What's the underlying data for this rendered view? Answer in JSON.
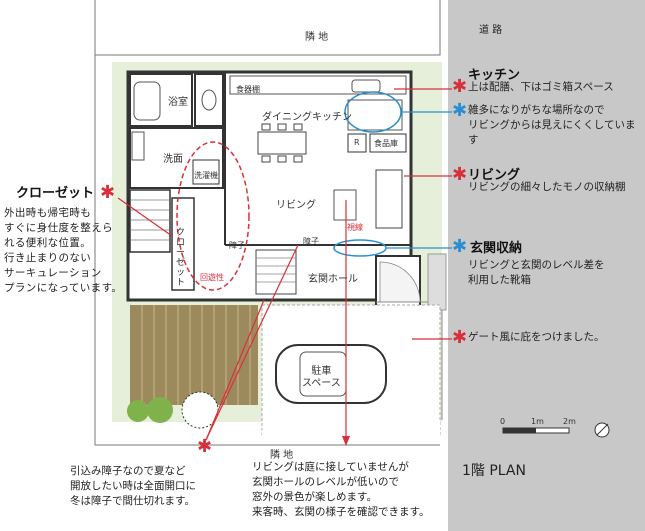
{
  "street": {
    "road": "道 路"
  },
  "neighbors": {
    "top": "隣 地",
    "bottom": "隣 地"
  },
  "rooms": {
    "bath": "浴室",
    "washroom": "洗面",
    "laundry": "洗濯機",
    "closet_vertical": "クローゼット",
    "dining_kitchen": "ダイニングキッチン",
    "cupboard": "食器棚",
    "pantry": "食品庫",
    "refrigerator": "R",
    "living": "リビング",
    "entrance_hall": "玄関ホール",
    "parking": "駐車\nスペース",
    "circulation": "回遊性",
    "shoji1": "障子",
    "shoji2": "障子",
    "sightline": "視線"
  },
  "annotations": {
    "kitchen": {
      "title": "キッチン",
      "text": "上は配膳、下はゴミ箱スペース"
    },
    "kitchen_note": {
      "text": "雑多になりがちな場所なので\nリビングからは見えにくくしています"
    },
    "living": {
      "title": "リビング",
      "text": "リビングの細々したモノの収納棚"
    },
    "entrance_storage": {
      "title": "玄関収納",
      "text": "リビングと玄関のレベル差を\n利用した靴箱"
    },
    "gate": {
      "text": "ゲート風に庇をつけました。"
    },
    "closet": {
      "title": "クローゼット",
      "text": "外出時も帰宅時も\nすぐに身仕度を整えら\nれる便利な位置。\n行き止まりのない\nサーキュレーション\nプランになっています。"
    },
    "shoji_note": {
      "text": "引込み障子なので夏など\n開放したい時は全面開口に\n冬は障子で間仕切れます。"
    },
    "garden_note": {
      "text": "リビングは庭に接していませんが\n玄関ホールのレベルが低いので\n窓外の景色が楽しめます。\n来客時、玄関の様子を確認できます。"
    }
  },
  "plan_label": "1階 PLAN",
  "scale": {
    "labels": [
      "0",
      "1m",
      "2m"
    ]
  },
  "colors": {
    "red": "#d8303a",
    "blue": "#2a8fd0",
    "road": "#c8c8c8",
    "site": "#e6efd9",
    "deck": "#9c8a5c"
  }
}
